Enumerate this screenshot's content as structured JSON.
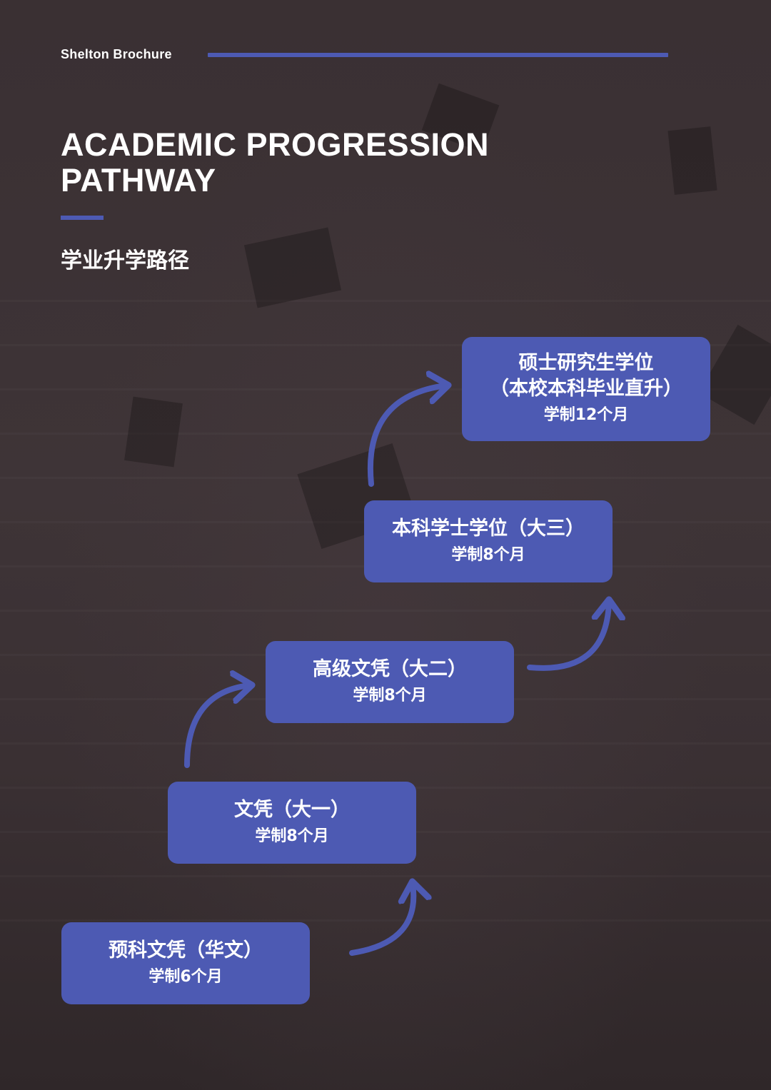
{
  "header": {
    "brand": "Shelton Brochure"
  },
  "title": {
    "line1": "ACADEMIC PROGRESSION",
    "line2": "PATHWAY",
    "subtitle": "学业升学路径"
  },
  "steps": [
    {
      "name": "预科文凭（华文）",
      "duration": "学制6个月"
    },
    {
      "name": "文凭（大一）",
      "duration": "学制8个月"
    },
    {
      "name": "高级文凭（大二）",
      "duration": "学制8个月"
    },
    {
      "name": "本科学士学位（大三）",
      "duration": "学制8个月"
    },
    {
      "name": "硕士研究生学位",
      "name2": "（本校本科毕业直升）",
      "duration": "学制12个月"
    }
  ],
  "colors": {
    "accent": "#4d5ab3",
    "background": "#3a3033",
    "text": "#ffffff"
  },
  "icons": {
    "connector": "curved-arrow-icon"
  }
}
